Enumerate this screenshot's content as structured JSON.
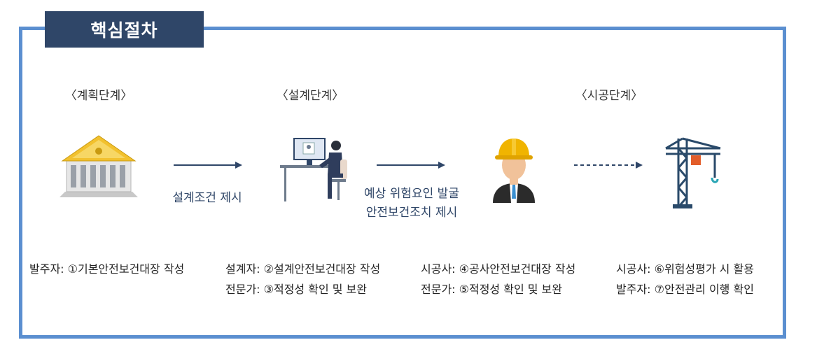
{
  "header": {
    "title": "핵심절차"
  },
  "stages": [
    {
      "label": "〈계획단계〉"
    },
    {
      "label": "〈설계단계〉"
    },
    {
      "label": "〈시공단계〉"
    }
  ],
  "icons": {
    "planning": "government-building-icon",
    "design": "designer-at-computer-icon",
    "construction": "construction-worker-icon",
    "final": "tower-crane-icon"
  },
  "arrows": [
    {
      "label_lines": [
        "설계조건 제시"
      ]
    },
    {
      "label_lines": [
        "예상 위험요인 발굴",
        "안전보건조치 제시"
      ]
    },
    {
      "label_lines": []
    }
  ],
  "descriptions": [
    {
      "lines": [
        "발주자: ①기본안전보건대장 작성"
      ]
    },
    {
      "lines": [
        "설계자: ②설계안전보건대장 작성",
        "전문가: ③적정성 확인 및 보완"
      ]
    },
    {
      "lines": [
        "시공사: ④공사안전보건대장 작성",
        "전문가: ⑤적정성 확인 및 보완"
      ]
    },
    {
      "lines": [
        "시공사: ⑥위험성평가 시 활용",
        "발주자: ⑦안전관리 이행 확인"
      ]
    }
  ],
  "colors": {
    "frame": "#5b8fd0",
    "badge": "#2f4668",
    "arrow": "#2f4668",
    "crane": "#2a4a6a",
    "hook": "#e25d2a",
    "helmet": "#f0b400"
  }
}
